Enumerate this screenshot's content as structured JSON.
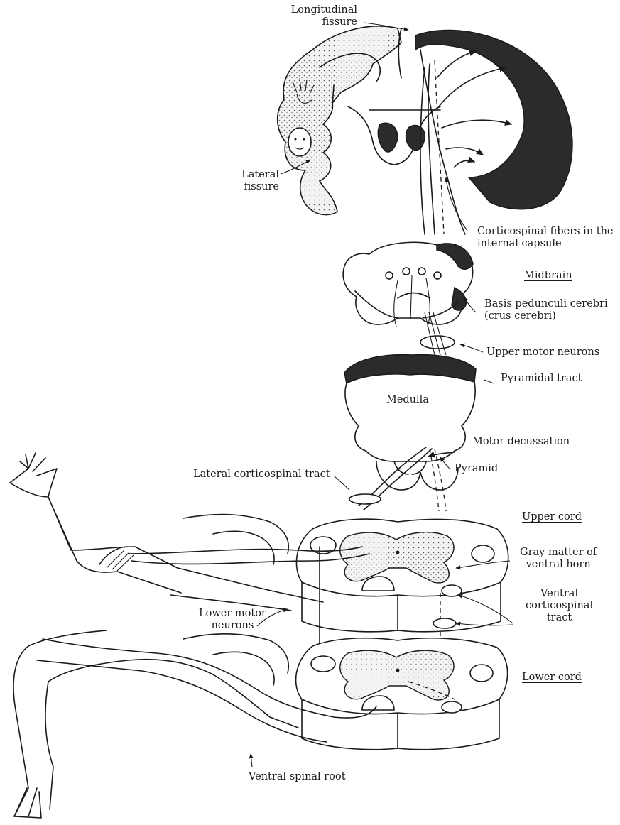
{
  "labels": {
    "longitudinal_fissure": [
      "Longitudinal",
      "fissure"
    ],
    "lateral_fissure": [
      "Lateral",
      "fissure"
    ],
    "corticospinal_fibers": [
      "Corticospinal fibers in the",
      "internal capsule"
    ],
    "midbrain": "Midbrain",
    "basis_pedunculi": [
      "Basis pedunculi cerebri",
      "(crus cerebri)"
    ],
    "upper_motor_neurons": "Upper motor neurons",
    "pyramidal_tract": "Pyramidal tract",
    "medulla": "Medulla",
    "motor_decussation": "Motor decussation",
    "lateral_corticospinal_tract": "Lateral corticospinal tract",
    "pyramid": "Pyramid",
    "upper_cord": "Upper cord",
    "gray_matter": [
      "Gray matter of",
      "ventral horn"
    ],
    "ventral_corticospinal_tract": [
      "Ventral",
      "corticospinal",
      "tract"
    ],
    "lower_motor_neurons": [
      "Lower motor",
      "neurons"
    ],
    "lower_cord": "Lower cord",
    "ventral_spinal_root": "Ventral spinal root"
  }
}
